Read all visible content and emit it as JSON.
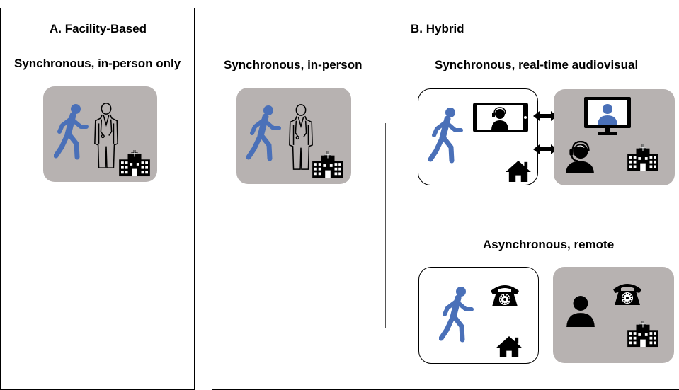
{
  "panel_a": {
    "heading": "A.  Facility-Based",
    "subheading": "Synchronous, in-person only"
  },
  "panel_b": {
    "heading": "B.  Hybrid",
    "col1_subheading": "Synchronous, in-person",
    "col2_top_subheading": "Synchronous, real-time audiovisual",
    "col2_bottom_subheading": "Asynchronous, remote"
  },
  "colors": {
    "person": "#4a70b8",
    "box_gray": "#b7b2b1",
    "ink": "#000000"
  },
  "icons": [
    "walking-person-icon",
    "doctor-icon",
    "hospital-icon",
    "home-icon",
    "telephone-icon",
    "video-call-icon",
    "monitor-icon",
    "headset-operator-icon",
    "user-silhouette-icon",
    "double-arrow-icon"
  ]
}
